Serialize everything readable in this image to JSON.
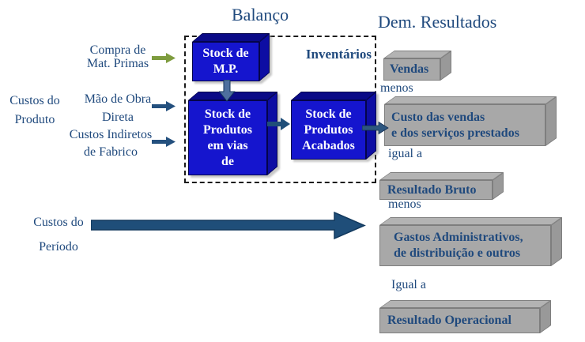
{
  "titles": {
    "balance_sheet": "Balanço",
    "income_statement": "Dem. Resultados",
    "inventory": "Inventários"
  },
  "inputs": {
    "compra": {
      "line1": "Compra de",
      "line2": "Mat. Primas"
    },
    "custos_produto": {
      "line1": "Custos do",
      "line2": "Produto"
    },
    "mao_obra": {
      "line1": "Mão de Obra",
      "line2": "Direta"
    },
    "custos_indiretos": {
      "line1": "Custos Indiretos",
      "line2": "de Fabrico"
    },
    "custos_periodo": {
      "line1": "Custos do",
      "line2": "Período"
    }
  },
  "balance_boxes": {
    "stock_mp": {
      "line1": "Stock de",
      "line2": "M.P."
    },
    "stock_vias": {
      "line1": "Stock de",
      "line2": "Produtos",
      "line3": "em vias",
      "line4": "de"
    },
    "stock_acabados": {
      "line1": "Stock de",
      "line2": "Produtos",
      "line3": "Acabados"
    }
  },
  "income_items": {
    "vendas": {
      "line1": "Vendas"
    },
    "custo_vendas": {
      "line1": "Custo das vendas",
      "line2": "e dos serviços prestados"
    },
    "resultado_bruto": {
      "line1": "Resultado Bruto"
    },
    "gastos": {
      "line1": "Gastos Administrativos,",
      "line2": "de distribuição e outros"
    },
    "resultado_operacional": {
      "line1": "Resultado Operacional"
    }
  },
  "operators": {
    "menos1": "menos",
    "igual1": "igual a",
    "menos2": "menos",
    "igual2": "Igual a"
  },
  "icons": [
    "green-arrow-right-icon",
    "navy-arrow-right-icon",
    "steel-arrow-down-icon",
    "flow-arrow-right-icon",
    "period-costs-arrow-icon"
  ],
  "colors": {
    "text_blue": "#1F497D",
    "box_blue_front": "#1515CE",
    "box_blue_dark": "#0A0A87",
    "gray_front": "#A8A8A8",
    "gray_top": "#B3B3B3",
    "arrow_navy": "#1F4E79",
    "arrow_steel": "#4E6F9E",
    "arrow_green": "#7E9C3E"
  }
}
